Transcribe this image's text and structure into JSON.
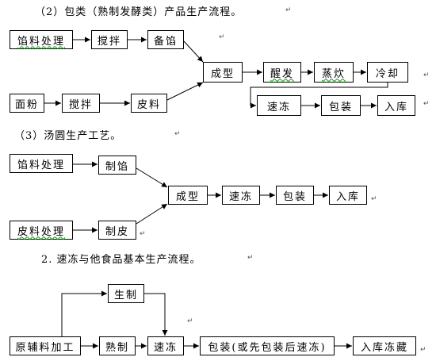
{
  "section_headings": {
    "s1": "（2）包类（熟制发酵类）产品生产流程。",
    "s2": "（3）汤圆生产工艺。",
    "s3": "2.  速冻与他食品基本生产流程。"
  },
  "flow1": {
    "filling_processing": "馅料处理",
    "stir_filling": "搅拌",
    "prepare_filling": "备馅",
    "flour": "面粉",
    "stir_dough": "搅拌",
    "wrapper": "皮料",
    "forming": "成型",
    "proofing": "醒发",
    "steaming": "蒸炊",
    "cooling": "冷却",
    "quick_freeze": "速冻",
    "packaging": "包装",
    "storage": "入库"
  },
  "flow2": {
    "filling_processing": "馅料处理",
    "make_filling": "制馅",
    "wrapper_processing": "皮料处理",
    "make_wrapper": "制皮",
    "forming": "成型",
    "quick_freeze": "速冻",
    "packaging": "包装",
    "storage": "入库"
  },
  "flow3": {
    "raw_processing": "原辅料加工",
    "cooked": "熟制",
    "raw": "生制",
    "quick_freeze": "速冻",
    "packaging": "包装(或先包装后速冻)",
    "storage_frozen": "入库冻藏"
  },
  "colors": {
    "line": "#000000",
    "squiggle": "#00a000",
    "paragraph_mark": "#555555"
  },
  "icons": {
    "paragraph_mark": "↵"
  }
}
